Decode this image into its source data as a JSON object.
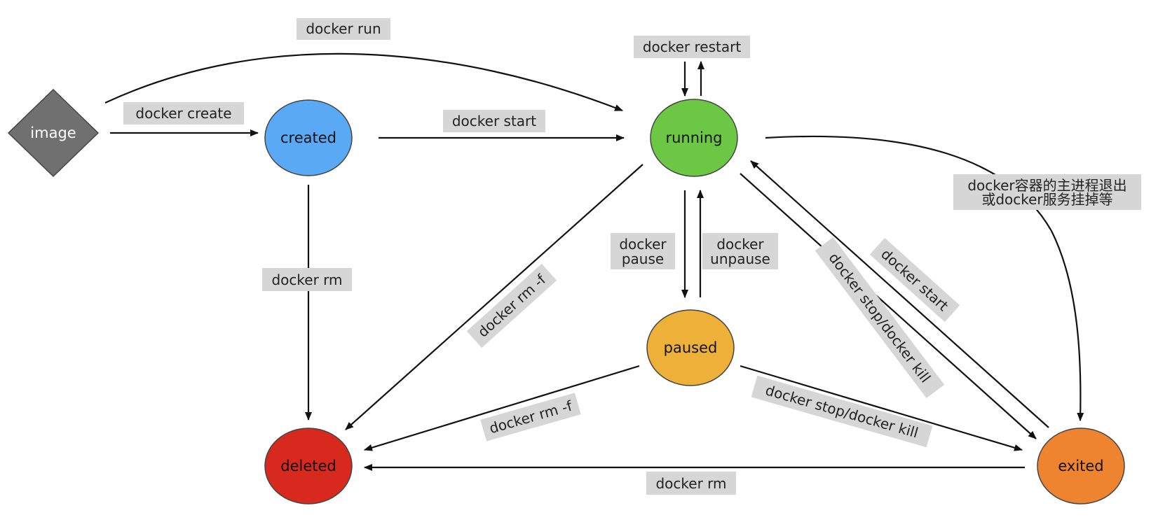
{
  "nodes": {
    "image": {
      "label": "image",
      "fill": "#707070",
      "text_color": "#ffffff"
    },
    "created": {
      "label": "created",
      "fill": "#5aa9f5",
      "text_color": "#111111"
    },
    "running": {
      "label": "running",
      "fill": "#6cc844",
      "text_color": "#111111"
    },
    "paused": {
      "label": "paused",
      "fill": "#edb038",
      "text_color": "#111111"
    },
    "deleted": {
      "label": "deleted",
      "fill": "#d8291f",
      "text_color": "#111111"
    },
    "exited": {
      "label": "exited",
      "fill": "#ee8430",
      "text_color": "#111111"
    }
  },
  "edges": {
    "docker_run": {
      "from": "image",
      "to": "running",
      "lines": [
        "docker run"
      ]
    },
    "docker_create": {
      "from": "image",
      "to": "created",
      "lines": [
        "docker create"
      ]
    },
    "docker_start_created": {
      "from": "created",
      "to": "running",
      "lines": [
        "docker start"
      ]
    },
    "docker_restart": {
      "from": "running",
      "to": "running",
      "lines": [
        "docker restart"
      ]
    },
    "docker_rm_created": {
      "from": "created",
      "to": "deleted",
      "lines": [
        "docker rm"
      ]
    },
    "docker_rm_f_running": {
      "from": "running",
      "to": "deleted",
      "lines": [
        "docker rm -f"
      ]
    },
    "docker_pause": {
      "from": "running",
      "to": "paused",
      "lines": [
        "docker",
        "pause"
      ]
    },
    "docker_unpause": {
      "from": "paused",
      "to": "running",
      "lines": [
        "docker",
        "unpause"
      ]
    },
    "docker_stop_running": {
      "from": "running",
      "to": "exited",
      "lines": [
        "docker stop/docker kill"
      ]
    },
    "docker_start_exited": {
      "from": "exited",
      "to": "running",
      "lines": [
        "docker start"
      ]
    },
    "main_process_exit": {
      "from": "running",
      "to": "exited",
      "lines": [
        "docker容器的主进程退出",
        "或docker服务挂掉等"
      ]
    },
    "docker_rm_f_paused": {
      "from": "paused",
      "to": "deleted",
      "lines": [
        "docker rm -f"
      ]
    },
    "docker_stop_paused": {
      "from": "paused",
      "to": "exited",
      "lines": [
        "docker stop/docker kill"
      ]
    },
    "docker_rm_exited": {
      "from": "exited",
      "to": "deleted",
      "lines": [
        "docker rm"
      ]
    }
  },
  "colors": {
    "edge": "#111111",
    "label_background": "#d6d6d6",
    "node_border": "#444444"
  }
}
